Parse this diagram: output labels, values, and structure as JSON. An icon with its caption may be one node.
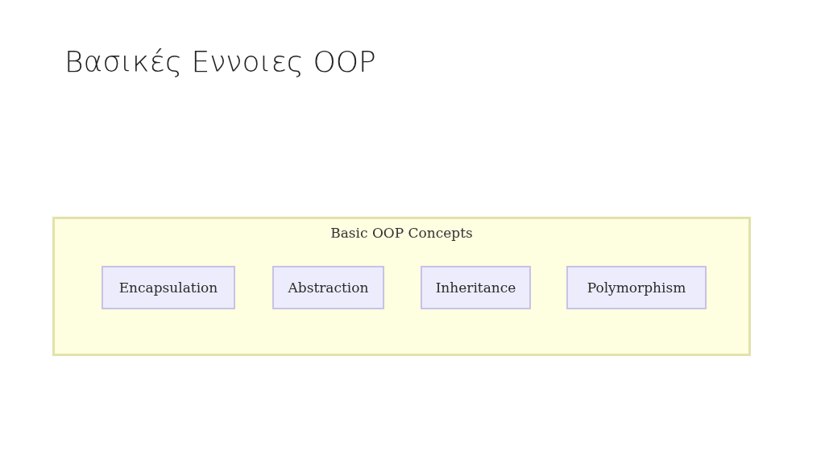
{
  "diagram": {
    "title": "Βασικές Εννοιες OOP",
    "nodes": [
      {
        "text": [
          "Basic OOP Concepts"
        ]
      },
      {
        "text": [
          "Encapsulation"
        ],
        "in": 0
      },
      {
        "text": [
          "Abstraction"
        ],
        "in": 0
      },
      {
        "text": [
          "Inheritance"
        ],
        "in": 0
      },
      {
        "text": [
          "Polymorphism"
        ],
        "in": 0
      }
    ]
  }
}
